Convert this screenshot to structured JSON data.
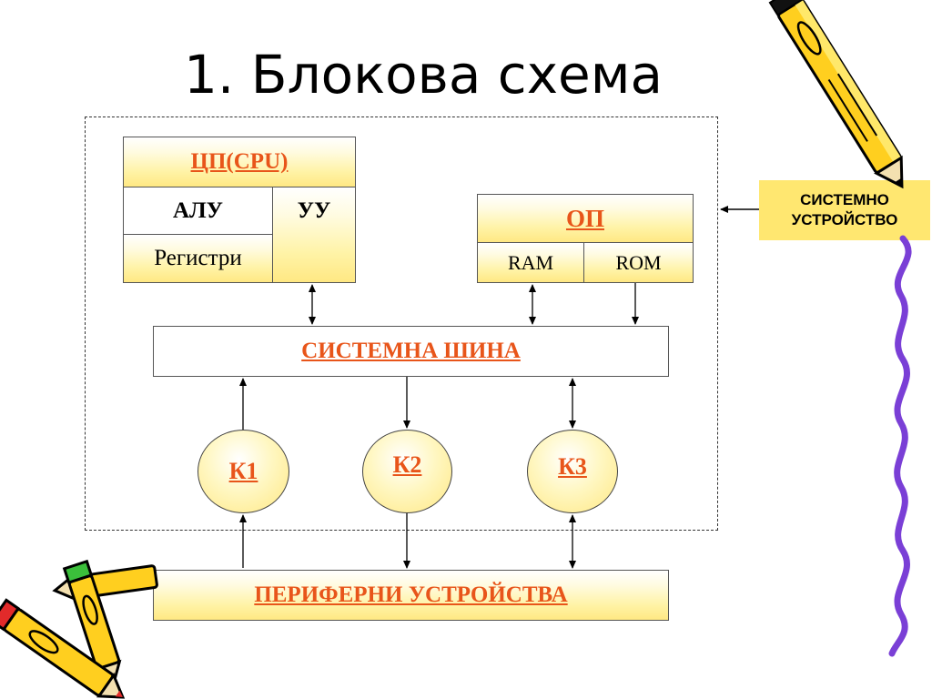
{
  "title": "1. Блокова схема",
  "cpu": {
    "header": "ЦП(CPU)",
    "alu": "АЛУ",
    "cu": "УУ",
    "registers": "Регистри"
  },
  "memory": {
    "header": "ОП",
    "ram": "RAM",
    "rom": "ROM"
  },
  "bus": "СИСТЕМНА ШИНА",
  "controllers": [
    "К1",
    "К2",
    "К3"
  ],
  "peripherals": "ПЕРИФЕРНИ УСТРОЙСТВА",
  "system_device": "СИСТЕМНО\nУСТРОЙСТВО",
  "colors": {
    "accent_text": "#e8551a",
    "fill_yellow": "#fff3a6",
    "label_bg": "#ffe770",
    "wave": "#7a3fd6"
  },
  "decor": {
    "pencil_icon": "pencil-icon",
    "wavy_line": "wavy-line"
  }
}
